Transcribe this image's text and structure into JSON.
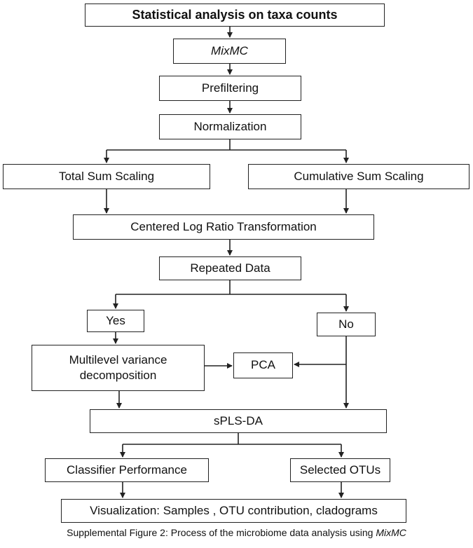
{
  "nodes": {
    "statistical_analysis": "Statistical analysis on taxa counts",
    "mixmc": "MixMC",
    "prefiltering": "Prefiltering",
    "normalization": "Normalization",
    "total_sum_scaling": "Total Sum Scaling",
    "cumulative_sum_scaling": "Cumulative Sum Scaling",
    "clr": "Centered Log Ratio Transformation",
    "repeated_data": "Repeated Data",
    "yes": "Yes",
    "no": "No",
    "multilevel": "Multilevel variance decomposition",
    "pca": "PCA",
    "splsda": "sPLS-DA",
    "classifier": "Classifier Performance",
    "selected_otus": "Selected OTUs",
    "visualization": "Visualization: Samples , OTU contribution, cladograms"
  },
  "caption": {
    "text": "Supplemental Figure 2: Process of the microbiome data analysis using ",
    "emphasis": "MixMC"
  },
  "colors": {
    "line": "#222222",
    "text": "#111111"
  }
}
